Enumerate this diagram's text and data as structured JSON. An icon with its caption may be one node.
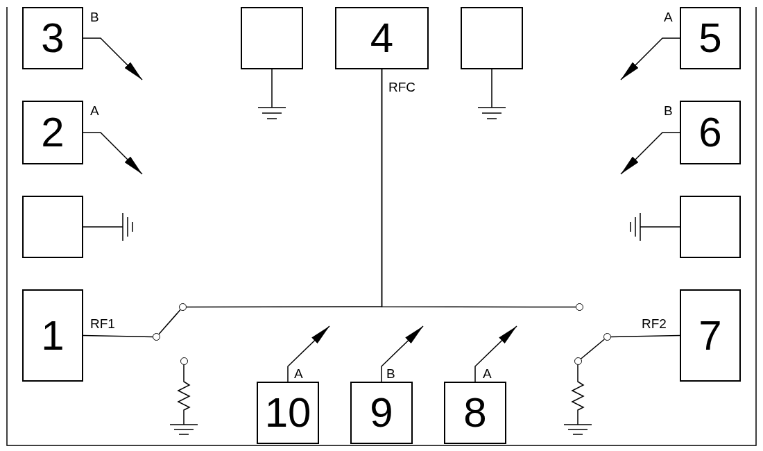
{
  "diagram": {
    "nodes": [
      {
        "text": [
          "3"
        ]
      },
      {
        "text": [],
        "shape": "box"
      },
      {
        "text": [
          "4"
        ]
      },
      {
        "text": [],
        "shape": "box"
      },
      {
        "text": [
          "5"
        ]
      },
      {
        "text": [
          "2"
        ]
      },
      {
        "text": [
          "6"
        ]
      },
      {
        "text": [],
        "shape": "box"
      },
      {
        "text": [],
        "shape": "box"
      },
      {
        "text": [
          "1"
        ]
      },
      {
        "text": [
          "7"
        ]
      },
      {
        "text": [
          "10"
        ]
      },
      {
        "text": [
          "9"
        ]
      },
      {
        "text": [
          "8"
        ]
      },
      {
        "text": [],
        "shape": "circle"
      },
      {
        "text": [],
        "shape": "circle"
      },
      {
        "text": [],
        "shape": "circle"
      },
      {
        "text": [],
        "shape": "circle"
      },
      {
        "text": [],
        "shape": "circle"
      },
      {
        "text": [],
        "shape": "circle"
      }
    ],
    "edges": [
      {
        "from": 0,
        "to": null,
        "arrow": "to",
        "label": "B"
      },
      {
        "from": 5,
        "to": null,
        "arrow": "to",
        "label": "A"
      },
      {
        "from": 4,
        "to": null,
        "arrow": "to",
        "label": "A"
      },
      {
        "from": 6,
        "to": null,
        "arrow": "to",
        "label": "B"
      },
      {
        "from": 11,
        "to": null,
        "arrow": "to",
        "label": "A"
      },
      {
        "from": 12,
        "to": null,
        "arrow": "to",
        "label": "B"
      },
      {
        "from": 13,
        "to": null,
        "arrow": "to",
        "label": "A"
      },
      {
        "from": 9,
        "to": 14,
        "arrow": "none",
        "label": "RF1"
      },
      {
        "from": 14,
        "to": 15,
        "arrow": "none"
      },
      {
        "from": 2,
        "to": 15,
        "arrow": "none",
        "label": "RFC"
      },
      {
        "from": 2,
        "to": 16,
        "arrow": "none"
      },
      {
        "from": 10,
        "to": 17,
        "arrow": "none",
        "label": "RF2"
      },
      {
        "from": 17,
        "to": 19,
        "arrow": "none"
      }
    ]
  }
}
